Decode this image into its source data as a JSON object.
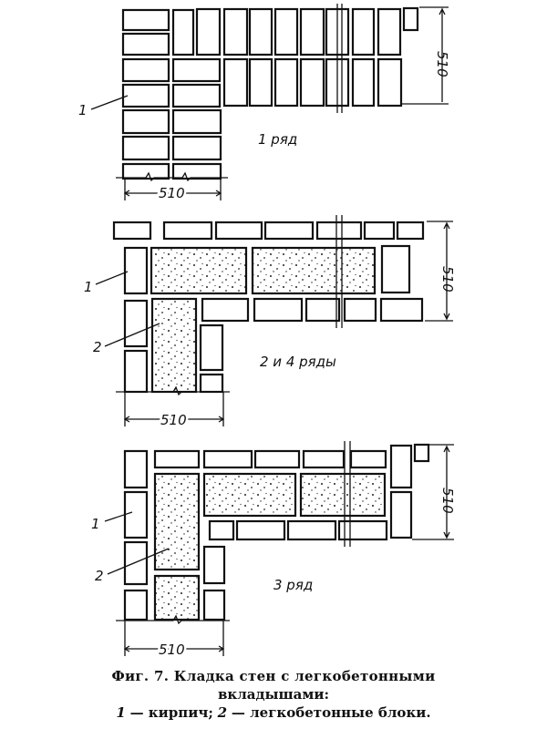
{
  "figures": [
    {
      "row_label": "1 ряд",
      "callouts": [
        "1"
      ],
      "dim_vertical": "510",
      "dim_horizontal": "510"
    },
    {
      "row_label": "2 и 4 ряды",
      "callouts": [
        "1",
        "2"
      ],
      "dim_vertical": "510",
      "dim_horizontal": "510"
    },
    {
      "row_label": "3 ряд",
      "callouts": [
        "1",
        "2"
      ],
      "dim_vertical": "510",
      "dim_horizontal": "510"
    }
  ],
  "caption": {
    "title": "Фиг. 7. Кладка стен с легкобетонными",
    "title_cont": "вкладышами:",
    "legend_1_num": "1",
    "legend_1_text": "— кирпич;",
    "legend_2_num": "2",
    "legend_2_text": "— легкобетонные блоки."
  }
}
